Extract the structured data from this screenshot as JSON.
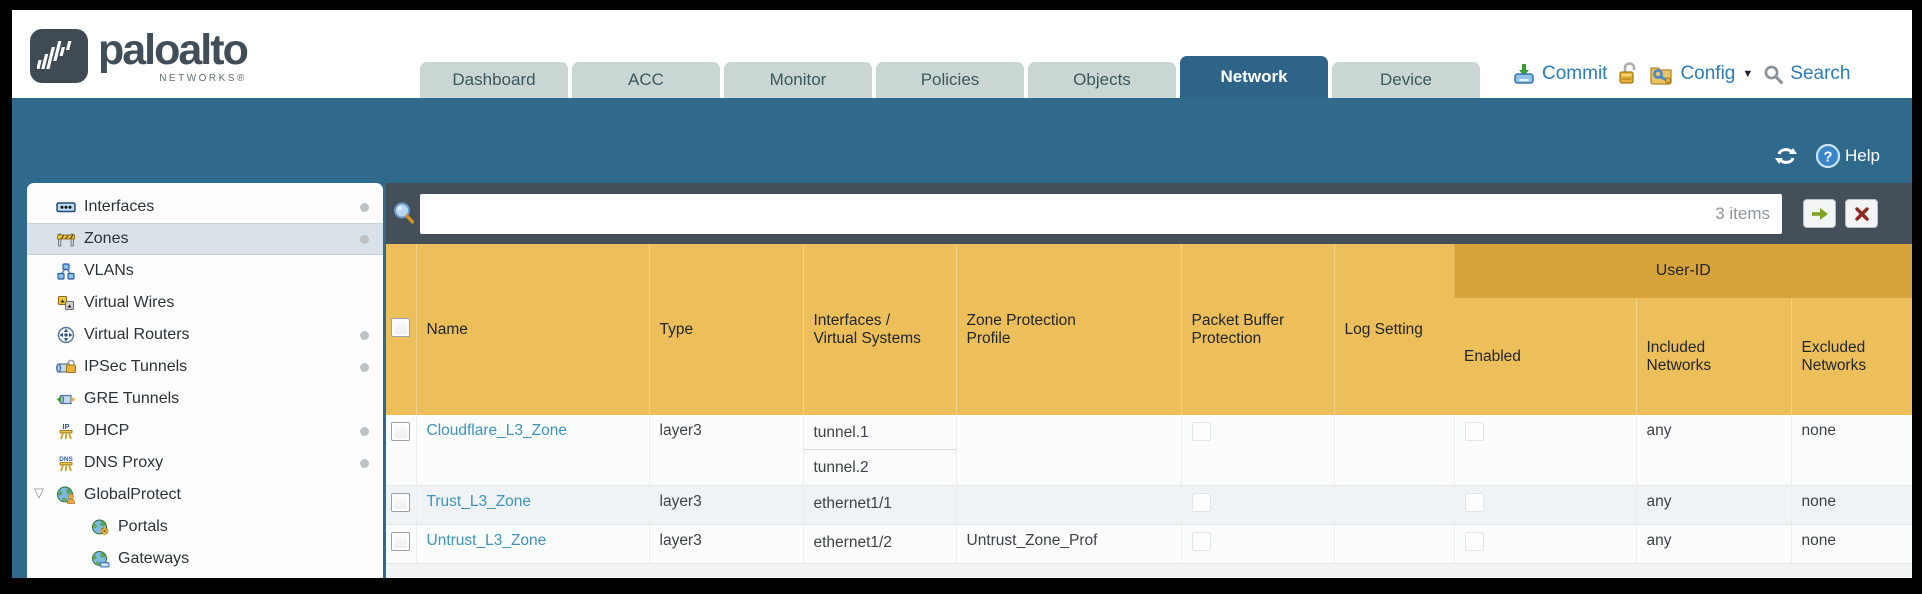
{
  "colors": {
    "teal": "#2f6a8c",
    "teal-tab": "#2d6487",
    "tab-inactive": "#c9d6d4",
    "util-blue": "#2b7cb9",
    "filter-bar": "#454f59",
    "header-amber": "#ecbf5b",
    "group-amber": "#d7a33c",
    "link-blue": "#3e93bc",
    "selected-row": "#d9e2e8"
  },
  "brand": {
    "name": "paloalto",
    "tagline": "NETWORKS®"
  },
  "tabs": [
    {
      "label": "Dashboard"
    },
    {
      "label": "ACC"
    },
    {
      "label": "Monitor"
    },
    {
      "label": "Policies"
    },
    {
      "label": "Objects"
    },
    {
      "label": "Network",
      "active": true
    },
    {
      "label": "Device"
    }
  ],
  "utilities": {
    "commit_label": "Commit",
    "config_label": "Config",
    "search_label": "Search"
  },
  "teal_band": {
    "help_label": "Help"
  },
  "sidebar": {
    "items": [
      {
        "label": "Interfaces",
        "icon": "interfaces-icon",
        "dot": true
      },
      {
        "label": "Zones",
        "icon": "zones-icon",
        "dot": true,
        "selected": true
      },
      {
        "label": "VLANs",
        "icon": "vlans-icon"
      },
      {
        "label": "Virtual Wires",
        "icon": "virtual-wires-icon"
      },
      {
        "label": "Virtual Routers",
        "icon": "virtual-routers-icon",
        "dot": true
      },
      {
        "label": "IPSec Tunnels",
        "icon": "ipsec-tunnels-icon",
        "dot": true
      },
      {
        "label": "GRE Tunnels",
        "icon": "gre-tunnels-icon"
      },
      {
        "label": "DHCP",
        "icon": "dhcp-icon",
        "dot": true
      },
      {
        "label": "DNS Proxy",
        "icon": "dns-proxy-icon",
        "dot": true
      },
      {
        "label": "GlobalProtect",
        "icon": "globalprotect-icon",
        "expanded": true
      },
      {
        "label": "Portals",
        "icon": "portals-icon",
        "child": true
      },
      {
        "label": "Gateways",
        "icon": "gateways-icon",
        "child": true
      }
    ]
  },
  "filter": {
    "input_value": "",
    "count_label": "3 items"
  },
  "table": {
    "group_header": "User-ID",
    "columns": [
      "Name",
      "Type",
      "Interfaces / Virtual Systems",
      "Zone Protection Profile",
      "Packet Buffer Protection",
      "Log Setting",
      "Enabled",
      "Included Networks",
      "Excluded Networks"
    ],
    "rows": [
      {
        "name": "Cloudflare_L3_Zone",
        "type": "layer3",
        "interfaces": [
          "tunnel.1",
          "tunnel.2"
        ],
        "zone_protection_profile": "",
        "log_setting": "",
        "included_networks": "any",
        "excluded_networks": "none"
      },
      {
        "name": "Trust_L3_Zone",
        "type": "layer3",
        "interfaces": [
          "ethernet1/1"
        ],
        "zone_protection_profile": "",
        "log_setting": "",
        "included_networks": "any",
        "excluded_networks": "none"
      },
      {
        "name": "Untrust_L3_Zone",
        "type": "layer3",
        "interfaces": [
          "ethernet1/2"
        ],
        "zone_protection_profile": "Untrust_Zone_Prof",
        "log_setting": "",
        "included_networks": "any",
        "excluded_networks": "none"
      }
    ]
  }
}
